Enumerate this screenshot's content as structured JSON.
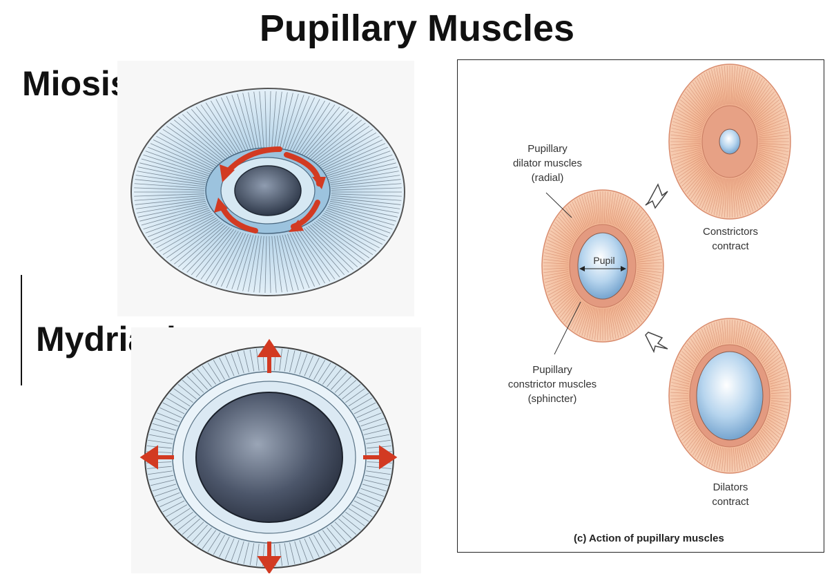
{
  "title": "Pupillary Muscles",
  "left": {
    "miosis": "Miosis",
    "mydriasis": "Mydriasis"
  },
  "diagram": {
    "label_dilator": "Pupillary\ndilator muscles\n(radial)",
    "label_pupil": "Pupil",
    "label_constrictor": "Pupillary\nconstrictor muscles\n(sphincter)",
    "label_constrictors_contract": "Constrictors\ncontract",
    "label_dilators_contract": "Dilators\ncontract",
    "caption": "(c) Action of pupillary muscles"
  },
  "colors": {
    "iris_blue": "#bcd9ea",
    "iris_orange": "#f2b28e",
    "arrow_red": "#d23a22",
    "pupil_dark": "#3f4a5c"
  }
}
